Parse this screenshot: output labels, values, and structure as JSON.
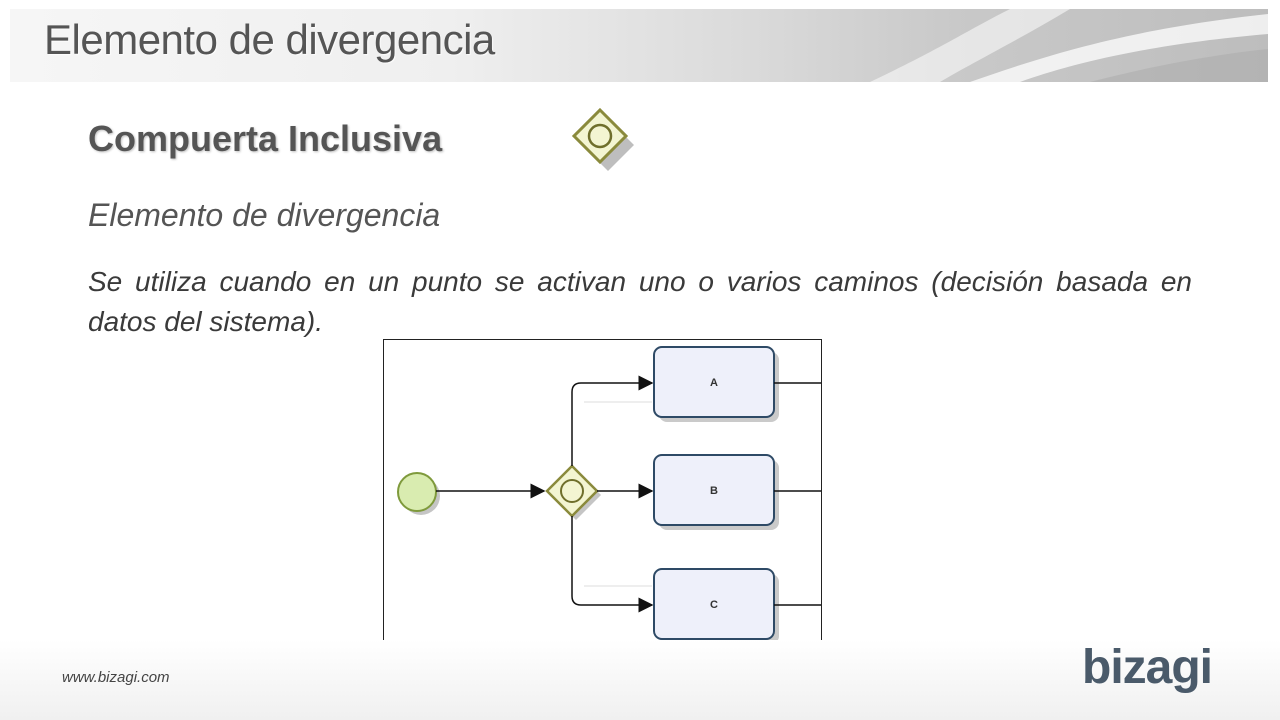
{
  "header": {
    "title": "Elemento de divergencia"
  },
  "slide": {
    "subtitle": "Compuerta Inclusiva",
    "heading": "Elemento de divergencia",
    "description": "Se utiliza cuando en un punto se activan uno o varios caminos (decisión basada en datos del sistema)."
  },
  "diagram": {
    "tasks": [
      {
        "label": "A"
      },
      {
        "label": "B"
      },
      {
        "label": "C"
      }
    ]
  },
  "footer": {
    "url": "www.bizagi.com",
    "logo": "bizagi"
  },
  "colors": {
    "gateway_fill": "#f3f5d2",
    "gateway_stroke": "#8a8a3c",
    "start_event_fill": "#d9ecb0",
    "task_fill": "#eef0fa",
    "task_stroke": "#2e4a66",
    "title_text": "#555555"
  },
  "icons": [
    "inclusive-gateway-icon",
    "start-event-icon"
  ]
}
